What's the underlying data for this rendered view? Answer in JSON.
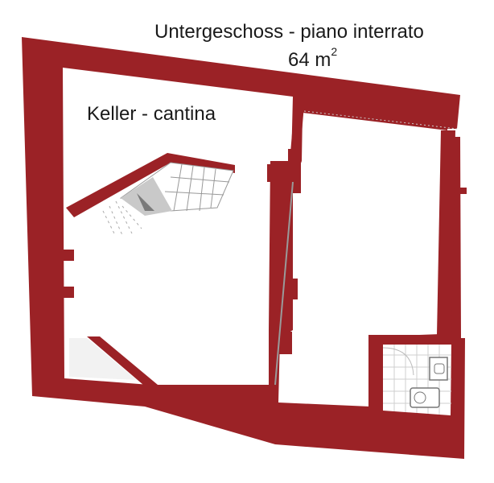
{
  "title": "Untergeschoss - piano interrato",
  "area": {
    "value": "64 m",
    "superscript": "2"
  },
  "rooms": [
    {
      "label": "Keller - cantina"
    }
  ],
  "colors": {
    "wall": "#9b2226",
    "floor": "#ffffff",
    "stair_fill": "#c9c9c9",
    "tile_line": "#cfcfcf"
  },
  "icons": [
    "stair-arrow-icon",
    "toilet-icon",
    "sink-icon"
  ]
}
